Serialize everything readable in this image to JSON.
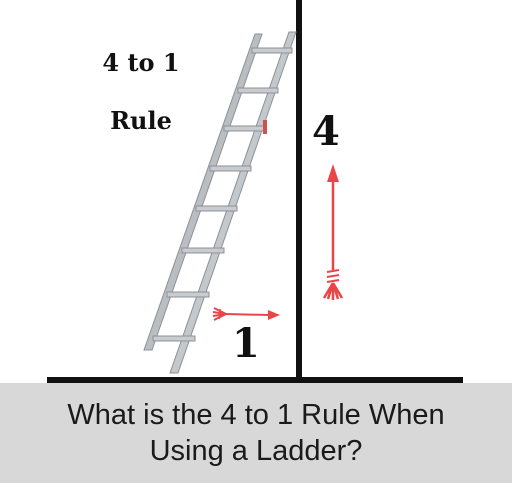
{
  "title": {
    "line1": "4 to 1",
    "line2": "Rule"
  },
  "labels": {
    "height": "4",
    "base": "1"
  },
  "caption": {
    "line1": "What is the 4 to 1 Rule When",
    "line2": "Using a Ladder?"
  },
  "colors": {
    "arrow": "#e8474a",
    "ladder": "#b9bec3",
    "wall": "#111111",
    "caption_band": "#d8d8d8"
  }
}
